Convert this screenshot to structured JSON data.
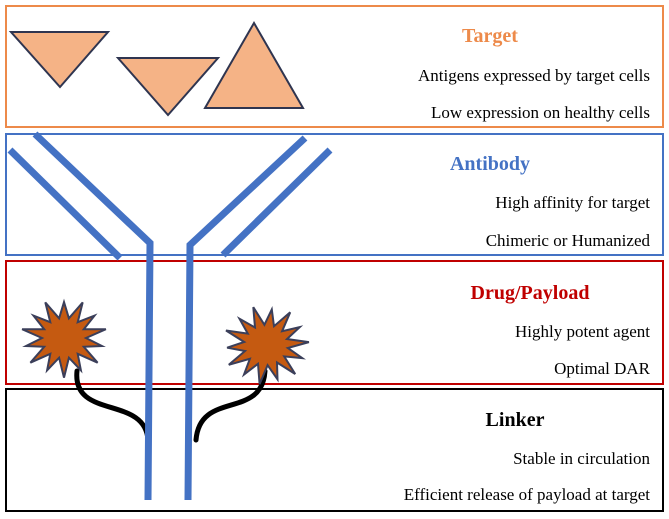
{
  "colors": {
    "target": "#ED8A4A",
    "antibody": "#4472C4",
    "payload": "#C00000",
    "linker": "#000000",
    "antigen_fill": "#F5B386",
    "antigen_stroke": "#2F3550",
    "star_fill": "#C55A11",
    "star_stroke": "#3B3F5A"
  },
  "sections": {
    "target": {
      "title": "Target",
      "lines": [
        "Antigens expressed by target cells",
        "Low expression on healthy cells"
      ]
    },
    "antibody": {
      "title": "Antibody",
      "lines": [
        "High affinity for target",
        "Chimeric or Humanized"
      ]
    },
    "payload": {
      "title": "Drug/Payload",
      "lines": [
        "Highly potent agent",
        "Optimal DAR"
      ]
    },
    "linker": {
      "title": "Linker",
      "lines": [
        "Stable in circulation",
        "Efficient release of payload at target"
      ]
    }
  },
  "icons": {
    "antigen": "triangle",
    "payload": "starburst",
    "antibody": "y-shape"
  }
}
